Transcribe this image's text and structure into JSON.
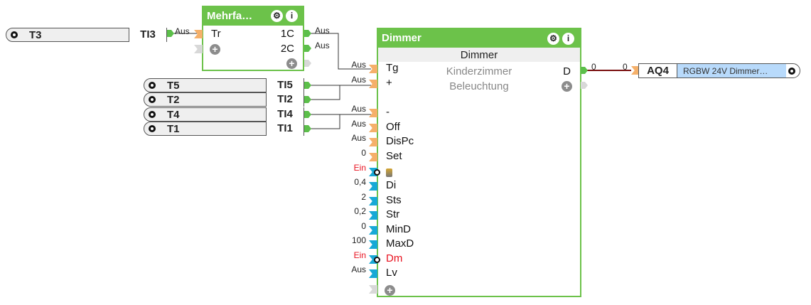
{
  "inputs": [
    {
      "name": "T3",
      "tag": "TI3",
      "out": "Aus"
    },
    {
      "name": "T5",
      "tag": "TI5"
    },
    {
      "name": "T2",
      "tag": "TI2"
    },
    {
      "name": "T4",
      "tag": "TI4"
    },
    {
      "name": "T1",
      "tag": "TI1"
    }
  ],
  "mehrfach": {
    "title": "Mehrfa…",
    "input_label": "Aus",
    "inputs": [
      "Tr"
    ],
    "outputs": [
      "1C",
      "2C"
    ],
    "output_values": [
      "Aus",
      "Aus"
    ]
  },
  "dimmer": {
    "title": "Dimmer",
    "subtitle": "Dimmer",
    "room": "Kinderzimmer",
    "category": "Beleuchtung",
    "output": "D",
    "inputs": [
      {
        "label": "Tg",
        "value": "Aus",
        "type": "orange"
      },
      {
        "label": "+",
        "value": "Aus",
        "type": "orange"
      },
      {
        "label": "-",
        "value": "Aus",
        "type": "orange"
      },
      {
        "label": "Off",
        "value": "Aus",
        "type": "orange"
      },
      {
        "label": "DisPc",
        "value": "Aus",
        "type": "orange"
      },
      {
        "label": "Set",
        "value": "0",
        "type": "orange"
      },
      {
        "label": "",
        "value": "Ein",
        "type": "blue",
        "red": true,
        "icon": "battery-icon"
      },
      {
        "label": "Di",
        "value": "0,4",
        "type": "blue"
      },
      {
        "label": "Sts",
        "value": "2",
        "type": "blue"
      },
      {
        "label": "Str",
        "value": "0,2",
        "type": "blue"
      },
      {
        "label": "MinD",
        "value": "0",
        "type": "blue"
      },
      {
        "label": "MaxD",
        "value": "100",
        "type": "blue"
      },
      {
        "label": "Dm",
        "value": "Ein",
        "type": "blue",
        "red": true
      },
      {
        "label": "Lv",
        "value": "Aus",
        "type": "blue"
      }
    ]
  },
  "output": {
    "name": "AQ4",
    "desc": "RGBW 24V Dimmer…",
    "value_left": "0",
    "value_right": "0"
  },
  "icons": {
    "gear": "⚙",
    "info": "i",
    "plus": "+"
  }
}
